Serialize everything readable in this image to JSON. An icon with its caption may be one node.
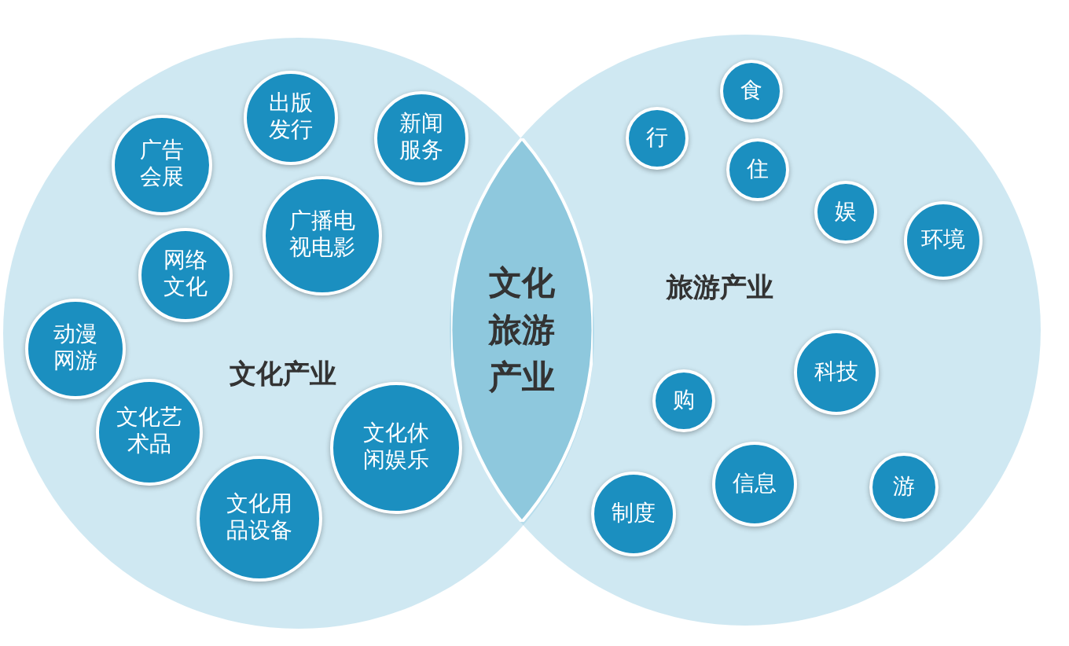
{
  "diagram": {
    "nodes": [
      {
        "text": [
          "文化产业"
        ]
      },
      {
        "text": [
          "出版发行"
        ],
        "in": 0
      },
      {
        "text": [
          "新闻服务"
        ],
        "in": 0
      },
      {
        "text": [
          "广告会展"
        ],
        "in": 0
      },
      {
        "text": [
          "广播电视电影"
        ],
        "in": 0
      },
      {
        "text": [
          "网络文化"
        ],
        "in": 0
      },
      {
        "text": [
          "动漫网游"
        ],
        "in": 0
      },
      {
        "text": [
          "文化艺术品"
        ],
        "in": 0
      },
      {
        "text": [
          "文化休闲娱乐"
        ],
        "in": 0
      },
      {
        "text": [
          "文化用品设备"
        ],
        "in": 0
      },
      {
        "text": [
          "文化旅游产业"
        ]
      },
      {
        "text": [
          "旅游产业"
        ]
      },
      {
        "text": [
          "食"
        ],
        "in": 11
      },
      {
        "text": [
          "行"
        ],
        "in": 11
      },
      {
        "text": [
          "住"
        ],
        "in": 11
      },
      {
        "text": [
          "娱"
        ],
        "in": 11
      },
      {
        "text": [
          "环境"
        ],
        "in": 11
      },
      {
        "text": [
          "科技"
        ],
        "in": 11
      },
      {
        "text": [
          "购"
        ],
        "in": 11
      },
      {
        "text": [
          "信息"
        ],
        "in": 11
      },
      {
        "text": [
          "游"
        ],
        "in": 11
      },
      {
        "text": [
          "制度"
        ],
        "in": 11
      }
    ],
    "edges": []
  }
}
